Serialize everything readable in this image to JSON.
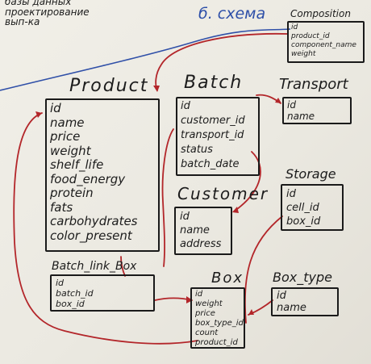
{
  "header": {
    "note_lines": [
      "базы данных",
      "проектирование",
      "вып-ка"
    ],
    "label": "б. схема"
  },
  "tables": {
    "product": {
      "name": "Product",
      "fields": [
        "id",
        "name",
        "price",
        "weight",
        "shelf_life",
        "food_energy",
        "protein",
        "fats",
        "carbohydrates",
        "color_present"
      ]
    },
    "batch": {
      "name": "Batch",
      "fields": [
        "id",
        "customer_id",
        "transport_id",
        "status",
        "batch_date"
      ]
    },
    "transport": {
      "name": "Transport",
      "fields": [
        "id",
        "name"
      ]
    },
    "composition": {
      "name": "Composition",
      "fields": [
        "id",
        "product_id",
        "component_name",
        "weight"
      ]
    },
    "customer": {
      "name": "Customer",
      "fields": [
        "id",
        "name",
        "address"
      ]
    },
    "storage": {
      "name": "Storage",
      "fields": [
        "id",
        "cell_id",
        "box_id"
      ]
    },
    "batch_link_box": {
      "name": "Batch_link_Box",
      "fields": [
        "id",
        "batch_id",
        "box_id"
      ]
    },
    "box": {
      "name": "Box",
      "fields": [
        "id",
        "weight",
        "price",
        "box_type_id",
        "count",
        "product_id"
      ]
    },
    "box_type": {
      "name": "Box_type",
      "fields": [
        "id",
        "name"
      ]
    }
  },
  "colors": {
    "ink": "#1a1a1a",
    "relation_marker": "#b3262a",
    "divider_marker": "#3050a8",
    "board": "#eeece5"
  }
}
